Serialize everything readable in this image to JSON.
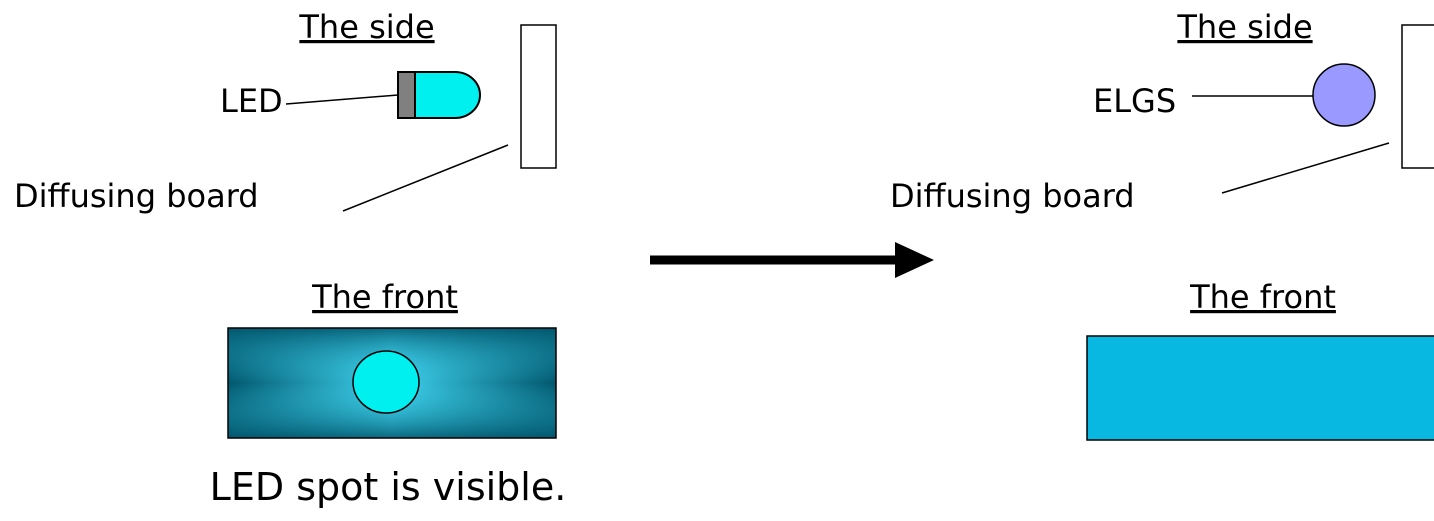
{
  "left": {
    "side_heading": "The side",
    "source_label": "LED",
    "board_label": "Diffusing board",
    "front_heading": "The front",
    "caption": "LED spot is visible."
  },
  "right": {
    "side_heading": "The side",
    "source_label": "ELGS",
    "board_label": "Diffusing board",
    "front_heading": "The front"
  },
  "colors": {
    "led_body": "#00F0F0",
    "led_base": "#808080",
    "elgs_sphere": "#9999FF",
    "front_panel_dark": "#00566C",
    "front_panel_light": "#40D4F0",
    "front_panel_uniform": "#08B8E0",
    "arrow": "#000000"
  },
  "icons": {
    "arrow": "right-arrow-icon",
    "led": "led-icon",
    "elgs": "sphere-icon"
  }
}
